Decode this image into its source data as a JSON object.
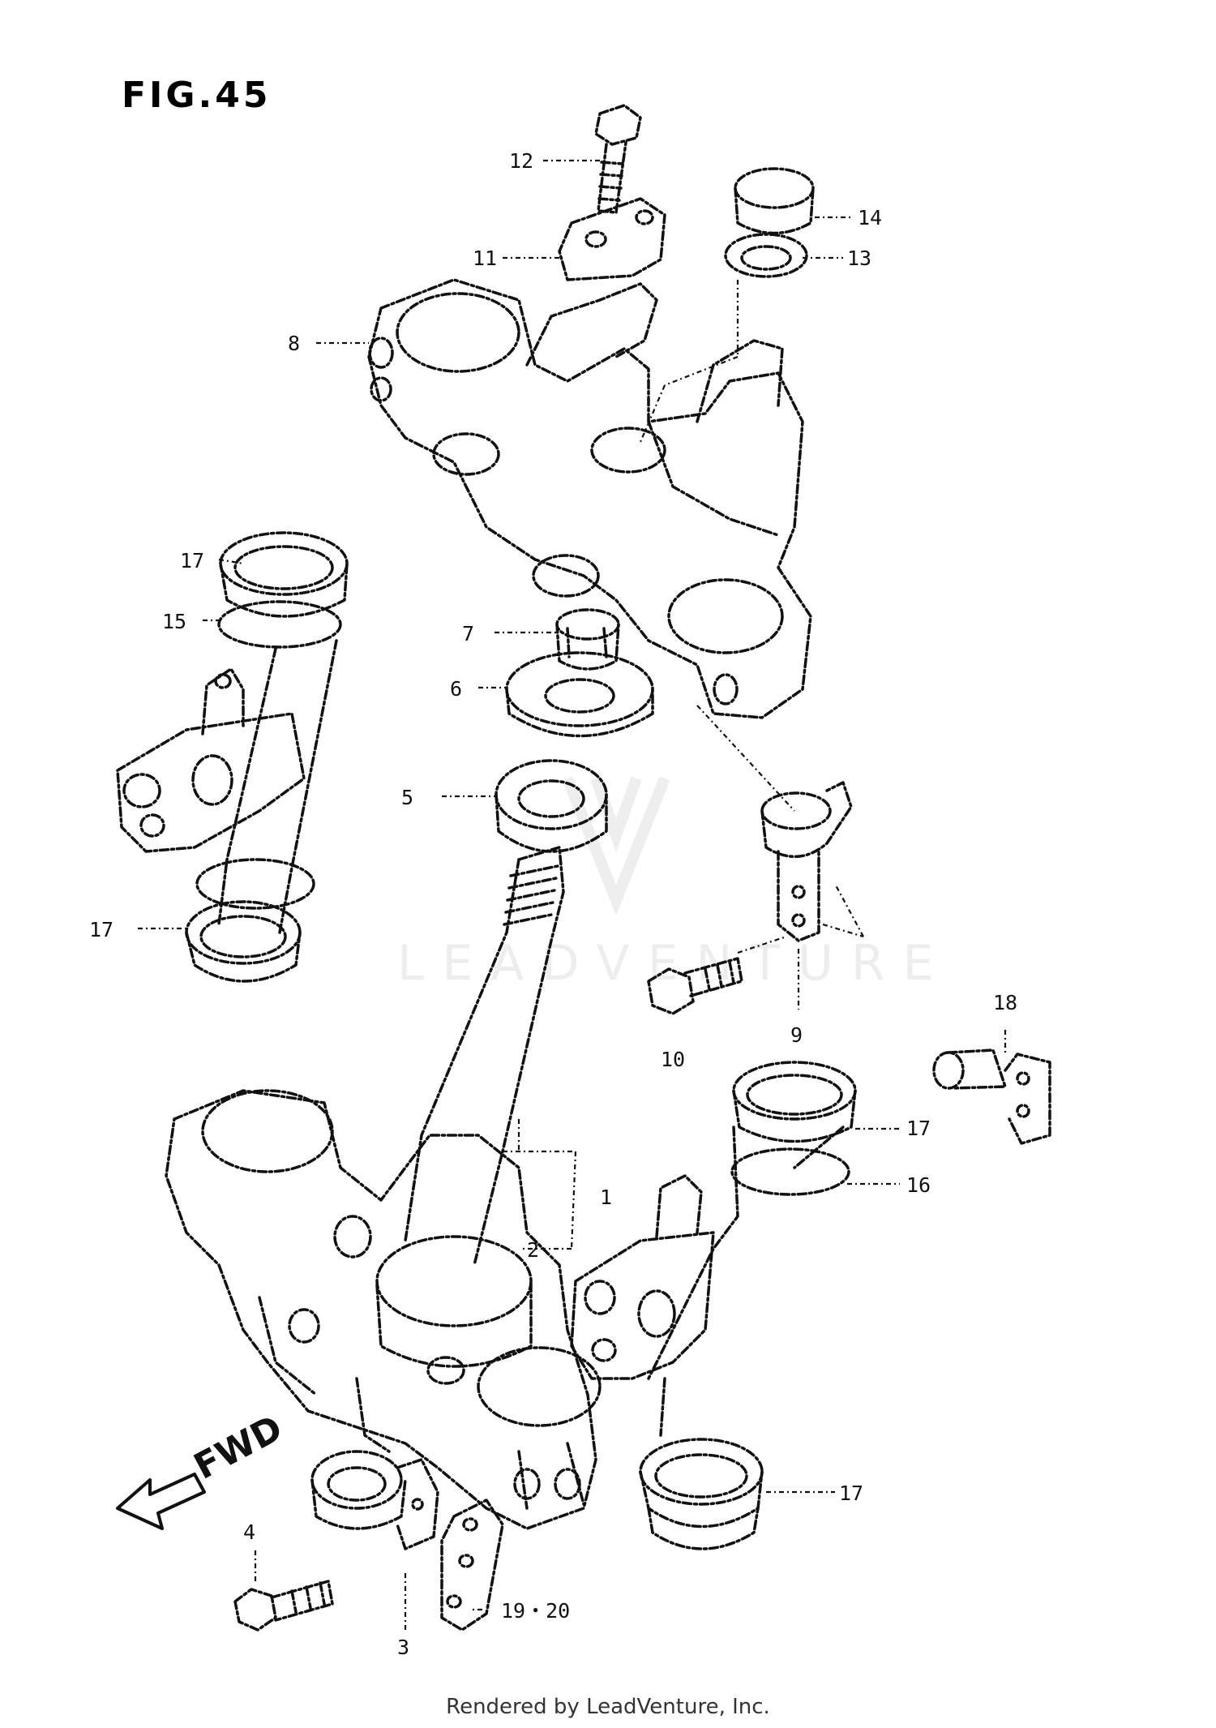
{
  "figure": {
    "title": "FIG.45"
  },
  "callouts": {
    "c1": "1",
    "c2": "2",
    "c3": "3",
    "c4": "4",
    "c5": "5",
    "c6": "6",
    "c7": "7",
    "c8": "8",
    "c9": "9",
    "c10": "10",
    "c11": "11",
    "c12": "12",
    "c13": "13",
    "c14": "14",
    "c15": "15",
    "c16": "16",
    "c17": "17",
    "c18": "18",
    "c19_20": "19・20"
  },
  "direction_label": "FWD",
  "watermark": "LEADVENTURE",
  "footer": "Rendered by LeadVenture, Inc."
}
